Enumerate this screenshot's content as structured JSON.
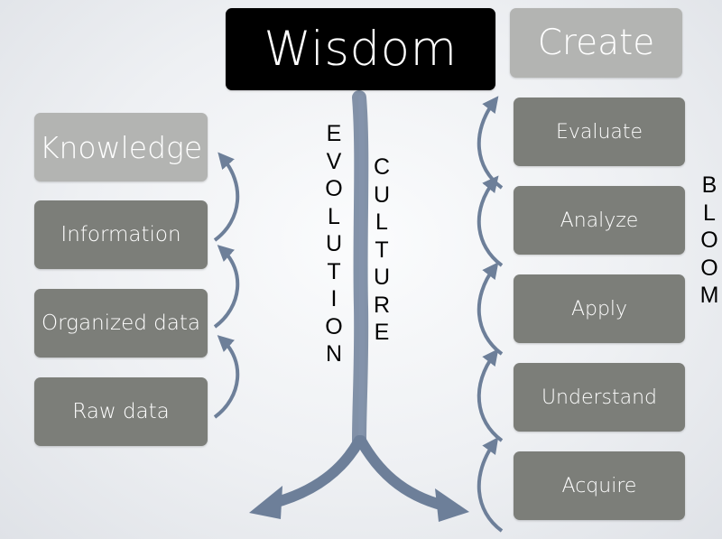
{
  "top": {
    "wisdom_label": "Wisdom",
    "create_label": "Create"
  },
  "left_stack": [
    "Knowledge",
    "Information",
    "Organized data",
    "Raw data"
  ],
  "right_stack": [
    "Evaluate",
    "Analyze",
    "Apply",
    "Understand",
    "Acquire"
  ],
  "vertical_words": {
    "evolution": "EVOLUTION",
    "culture": "CULTURE",
    "bloom": "BLOOM"
  },
  "colors": {
    "box_dark": "#7c7e79",
    "box_light": "#b3b4b2",
    "box_black": "#000000",
    "arrow": "#6d7f99",
    "background": "#eef0f3"
  },
  "icons": {
    "curved_arrow": "curved-arrow-icon",
    "trunk": "branching-arrow-icon"
  }
}
